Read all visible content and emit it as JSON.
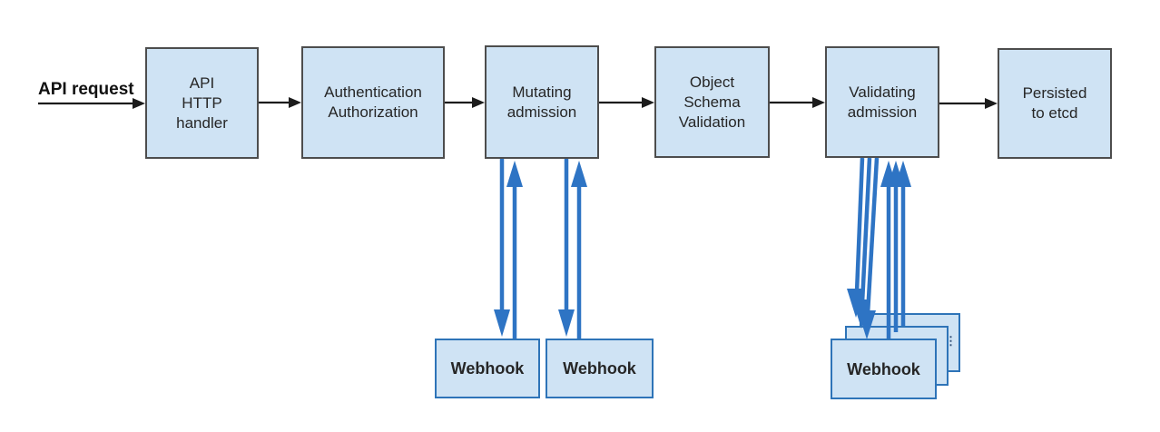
{
  "colors": {
    "box_fill": "#cfe3f4",
    "box_border": "#4d4d4d",
    "webhook_border": "#2e74b8",
    "arrow_black": "#1c1c1c",
    "arrow_blue": "#2e74c4",
    "text": "#262626"
  },
  "api_request_label": "API request",
  "flow_nodes": [
    {
      "name": "api-http-handler",
      "label": "API\nHTTP\nhandler"
    },
    {
      "name": "authentication-authorization",
      "label": "Authentication\nAuthorization"
    },
    {
      "name": "mutating-admission",
      "label": "Mutating\nadmission"
    },
    {
      "name": "object-schema-validation",
      "label": "Object\nSchema\nValidation"
    },
    {
      "name": "validating-admission",
      "label": "Validating\nadmission"
    },
    {
      "name": "persisted-to-etcd",
      "label": "Persisted\nto etcd"
    }
  ],
  "webhook_nodes": [
    {
      "name": "mutating-webhook-1",
      "label": "Webhook"
    },
    {
      "name": "mutating-webhook-2",
      "label": "Webhook"
    },
    {
      "name": "validating-webhook",
      "label": "Webhook"
    }
  ],
  "more_webhooks_mark": "⋮"
}
